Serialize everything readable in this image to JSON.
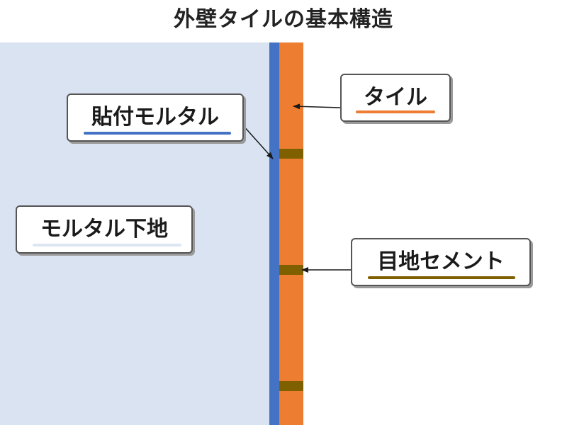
{
  "title": "外壁タイルの基本構造",
  "colors": {
    "substrate": "#d9e3f1",
    "adhesive": "#4472c4",
    "tile": "#ed7d31",
    "joint": "#7f6000",
    "substrate_underline": "#dce6f2",
    "adhesive_underline": "#4472c4",
    "tile_underline": "#ed7d31",
    "joint_underline": "#7f6000"
  },
  "labels": {
    "tile": "タイル",
    "adhesive_mortar": "貼付モルタル",
    "mortar_base": "モルタル下地",
    "joint_cement": "目地セメント"
  }
}
